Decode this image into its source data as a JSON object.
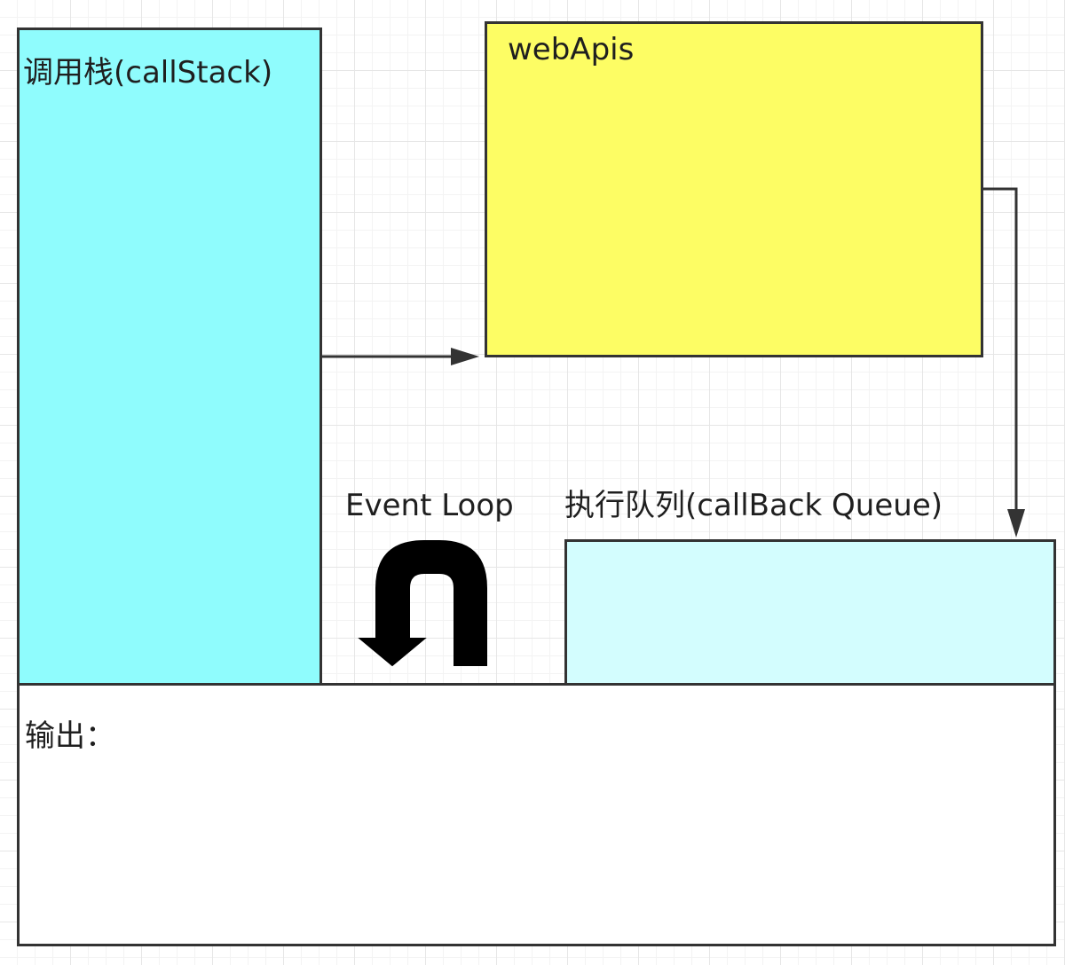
{
  "diagram": {
    "callstack": {
      "label": "调用栈(callStack)"
    },
    "webapis": {
      "label": "webApis"
    },
    "queue": {
      "label": "执行队列(callBack Queue)"
    },
    "event_loop": {
      "label": "Event Loop",
      "icon": "u-turn-arrow-icon"
    },
    "output": {
      "label": "输出："
    },
    "colors": {
      "callstack_fill": "#8ffcfd",
      "webapis_fill": "#fdfd64",
      "queue_fill": "#d3fdfe",
      "output_fill": "#ffffff",
      "stroke": "#333333",
      "arrow": "#333333",
      "u_turn_fill": "#000000"
    },
    "edges": [
      {
        "from": "callstack",
        "to": "webapis"
      },
      {
        "from": "webapis",
        "to": "queue"
      }
    ]
  }
}
